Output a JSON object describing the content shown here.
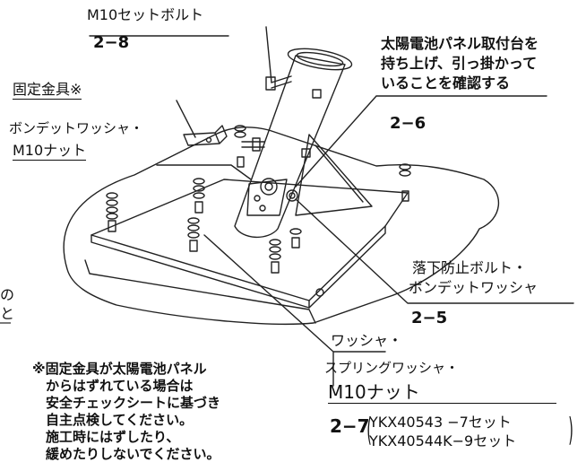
{
  "labels": {
    "m10_set_bolt": "M10セットボルト",
    "step_2_8": "2−8",
    "fixing_bracket": "固定金具※",
    "bonded_washer": "ボンデットワッシャ・",
    "m10_nut_1": "M10ナット",
    "lift_line_1": "太陽電池パネル取付台を",
    "lift_line_2": "持ち上げ、引っ掛かって",
    "lift_line_3": "いることを確認する",
    "step_2_6": "2−6",
    "fall_bolt_line_1": "落下防止ボルト・",
    "fall_bolt_line_2": "ボンデットワッシャ",
    "step_2_5": "2−5",
    "washer": "ワッシャ・",
    "spring_washer": "スプリングワッシャ・",
    "m10_nut_2": "M10ナット",
    "step_2_7": "2−7",
    "set_1": "YKX40543 −7セット",
    "set_2": "YKX40544K−9セット",
    "edge_top": "の",
    "edge_bottom": "と"
  },
  "note": {
    "line_1": "※固定金具が太陽電池パネル",
    "line_2": "からはずれている場合は",
    "line_3": "安全チェックシートに基づき",
    "line_4": "自主点検してください。",
    "line_5": "施工時にはずしたり、",
    "line_6": "緩めたりしないでください。"
  }
}
